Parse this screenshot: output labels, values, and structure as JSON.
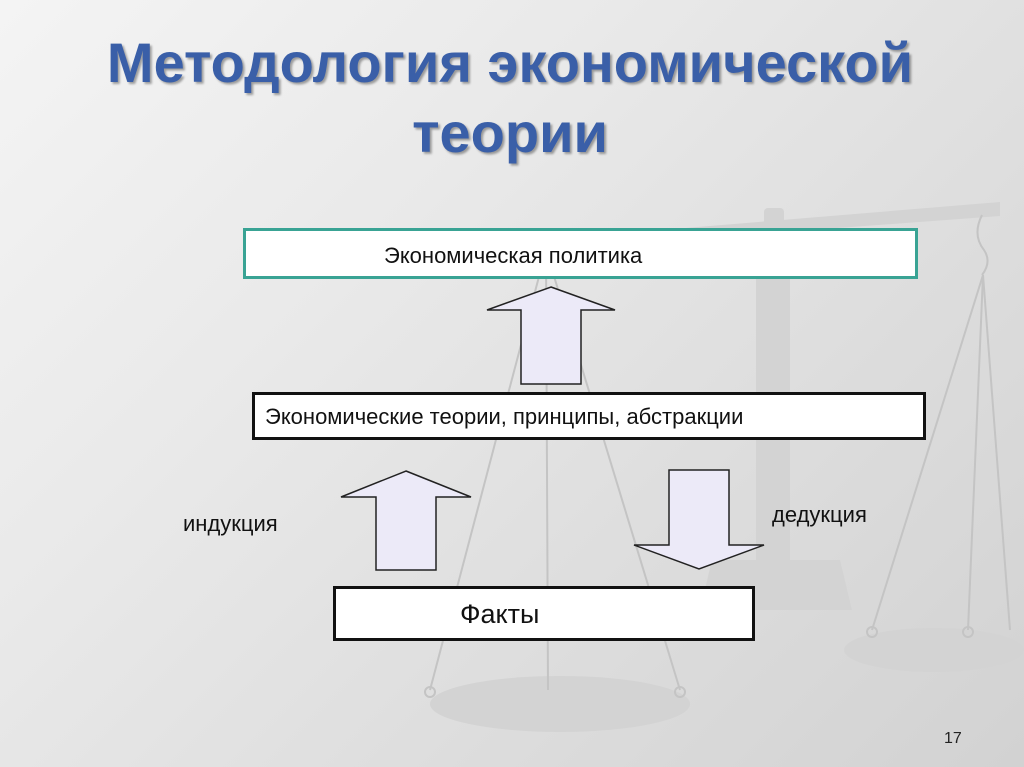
{
  "slide": {
    "title": "Методология экономической теории",
    "page_number": "17"
  },
  "diagram": {
    "policy_box": "Экономическая политика",
    "theories_box": "Экономические теории, принципы, абстракции",
    "facts_box": "Факты",
    "induction_label": "индукция",
    "deduction_label": "дедукция"
  },
  "colors": {
    "title": "#3a5fa8",
    "policy_border": "#39a394",
    "arrow_fill": "#eceaf8"
  }
}
